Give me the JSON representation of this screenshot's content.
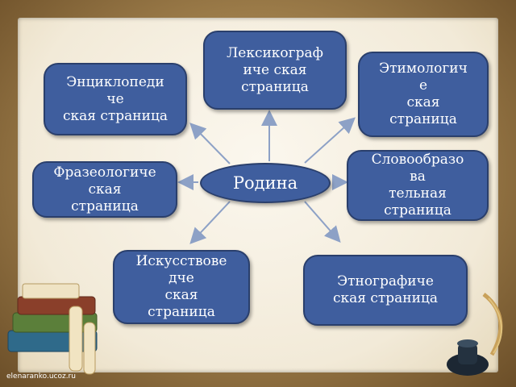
{
  "center": {
    "label": "Родина"
  },
  "nodes": [
    {
      "id": "leksikograficheskaya",
      "label": "Лексикограф\nиче ская\nстраница"
    },
    {
      "id": "etimologicheskaya",
      "label": "Этимологич\nе\nская\nстраница"
    },
    {
      "id": "enciklopedicheskaya",
      "label": "Энциклопеди\nче\nская страница"
    },
    {
      "id": "slovoobrazovatelnaya",
      "label": "Словообразо\nва\nтельная\nстраница"
    },
    {
      "id": "frazeologicheskaya",
      "label": "Фразеологиче\nская\nстраница"
    },
    {
      "id": "iskusstvovedcheskaya",
      "label": "Искусствове\nдче\nская\nстраница"
    },
    {
      "id": "etnograficheskaya",
      "label": "Этнографиче\nская страница"
    }
  ],
  "colors": {
    "node_fill": "#3f5e9e",
    "node_border": "#2a3f6c",
    "arrow": "#8da1c6"
  },
  "watermark": "elenaranko.ucoz.ru"
}
